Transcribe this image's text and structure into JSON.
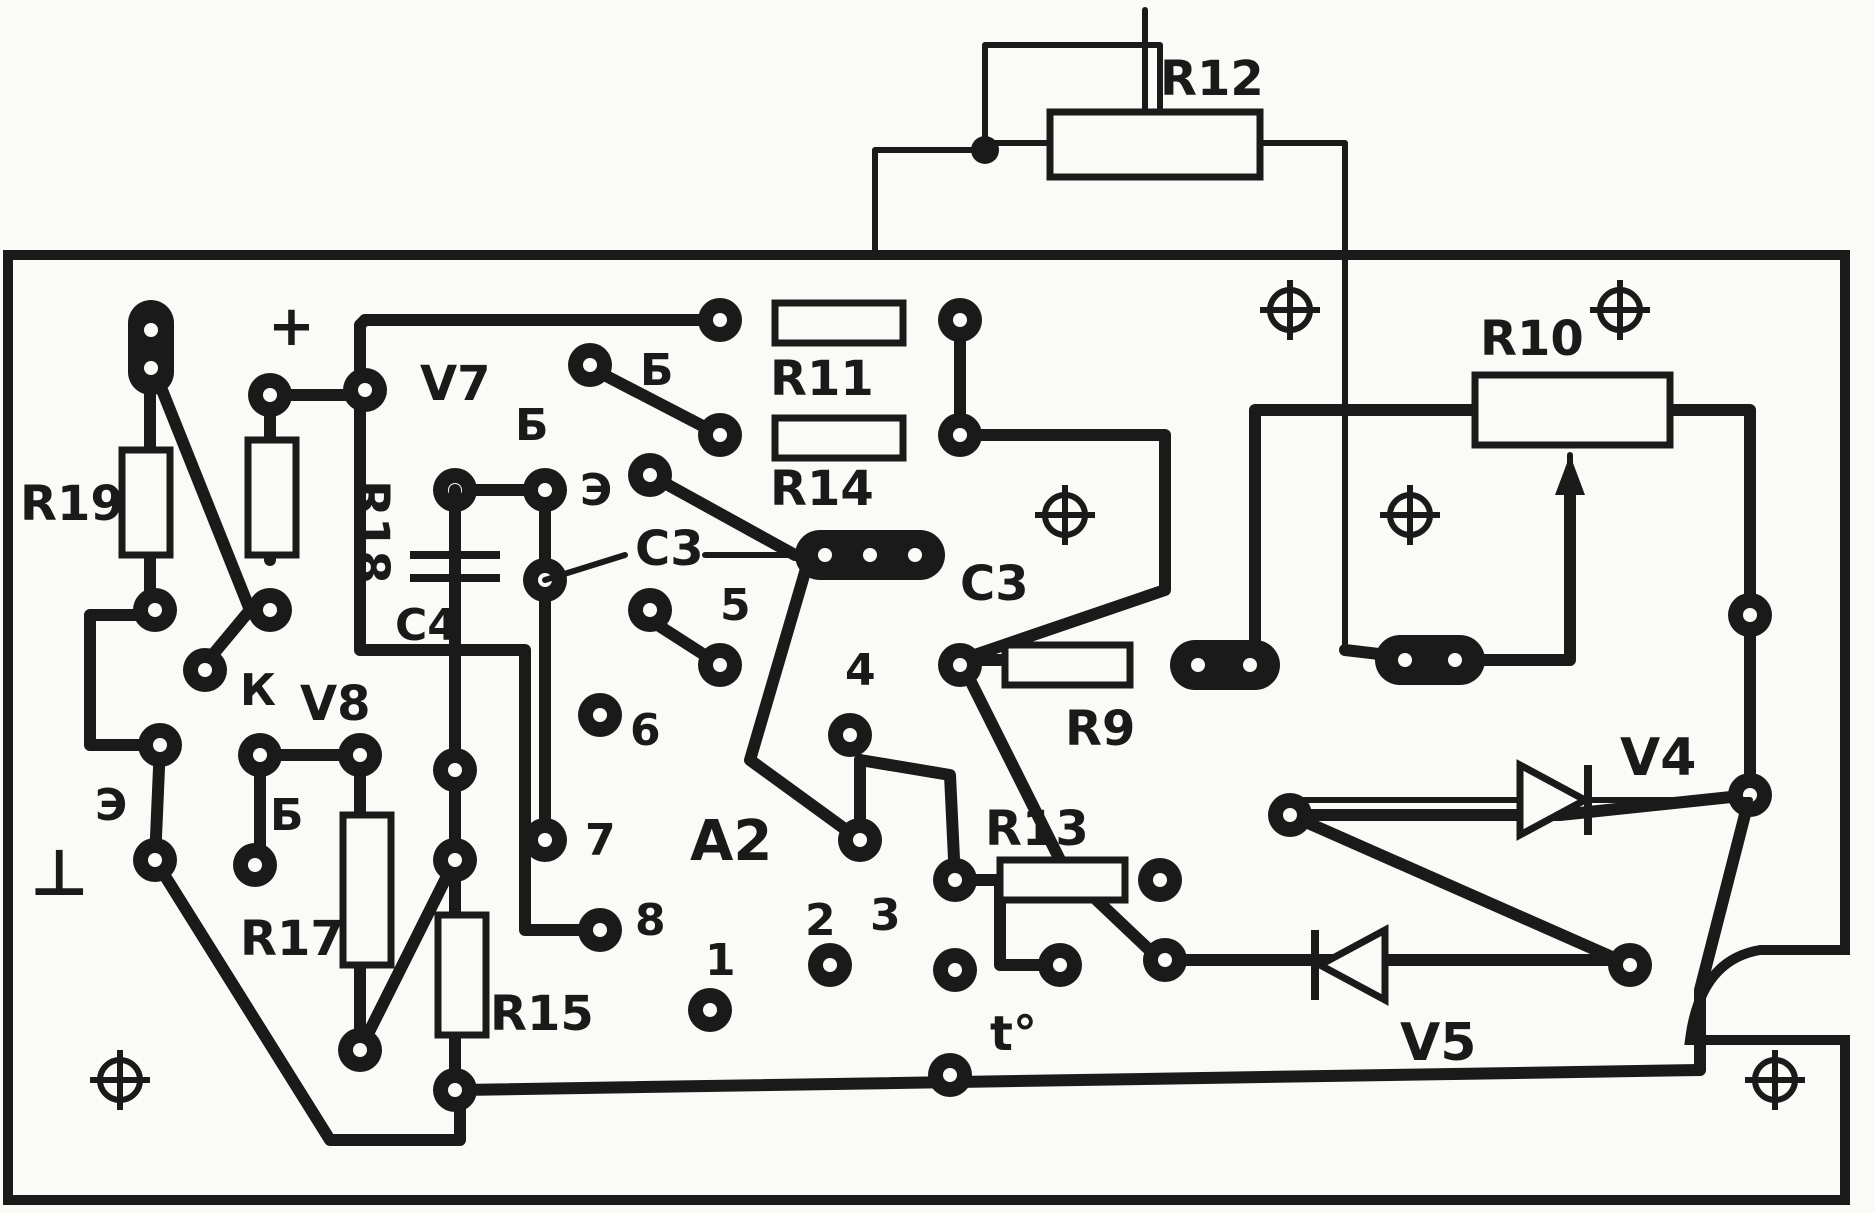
{
  "diagram": {
    "components": {
      "r12": "R12",
      "r10": "R10",
      "r11": "R11",
      "r14": "R14",
      "r19": "R19",
      "r18": "R18",
      "r9": "R9",
      "r13": "R13",
      "r17": "R17",
      "r15": "R15",
      "v7": "V7",
      "v8": "V8",
      "v4": "V4",
      "v5": "V5",
      "c4": "C4",
      "c3a": "C3",
      "c3b": "C3",
      "a2": "A2"
    },
    "pins": {
      "plus": "+",
      "ground": "⊥",
      "k": "К",
      "e_v8": "Э",
      "b_v8": "Б",
      "b_v7": "Б",
      "e_v7": "Э",
      "b_top": "Б",
      "p2": "2",
      "p3": "3",
      "p4": "4",
      "p5": "5",
      "p6": "6",
      "p7": "7",
      "p8": "8",
      "p1": "1",
      "temp": "t°"
    },
    "ink_color": "#1a1a1a",
    "paper_color": "#fafaf7"
  }
}
